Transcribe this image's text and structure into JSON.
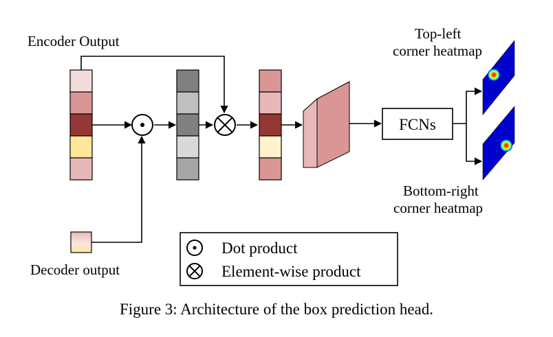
{
  "labels": {
    "encoder_output": "Encoder Output",
    "decoder_output": "Decoder output",
    "top_left_1": "Top-left",
    "top_left_2": "corner heatmap",
    "bottom_right_1": "Bottom-right",
    "bottom_right_2": "corner heatmap",
    "fcns": "FCNs"
  },
  "legend": {
    "dot_product": "Dot product",
    "elementwise_product": "Element-wise product"
  },
  "caption": "Figure 3: Architecture of the box prediction head.",
  "colors": {
    "encoder_cells": [
      "#f2dcdb",
      "#d99694",
      "#953735",
      "#ffe699",
      "#e6b9b8"
    ],
    "gray_cells": [
      "#808080",
      "#bfbfbf",
      "#808080",
      "#d9d9d9",
      "#a6a6a6"
    ],
    "output_cells": [
      "#d99694",
      "#e6b9b8",
      "#953735",
      "#fff2cc",
      "#d99694"
    ],
    "block_front": "#d99694",
    "block_top": "#f2dcdb",
    "block_side": "#e6b9b8",
    "heatmap_bg": "#0000cc"
  }
}
